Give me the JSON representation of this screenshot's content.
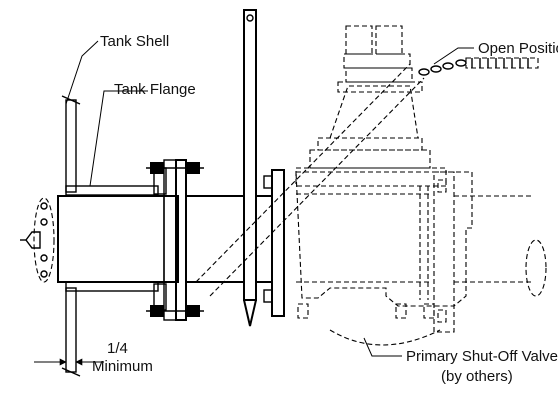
{
  "labels": {
    "tank_shell": "Tank Shell",
    "tank_flange": "Tank Flange",
    "open_position": "Open Position",
    "clearance_value": "1/4",
    "clearance_word": "Minimum",
    "valve_line1": "Primary Shut-Off Valve",
    "valve_line2": "(by others)"
  }
}
